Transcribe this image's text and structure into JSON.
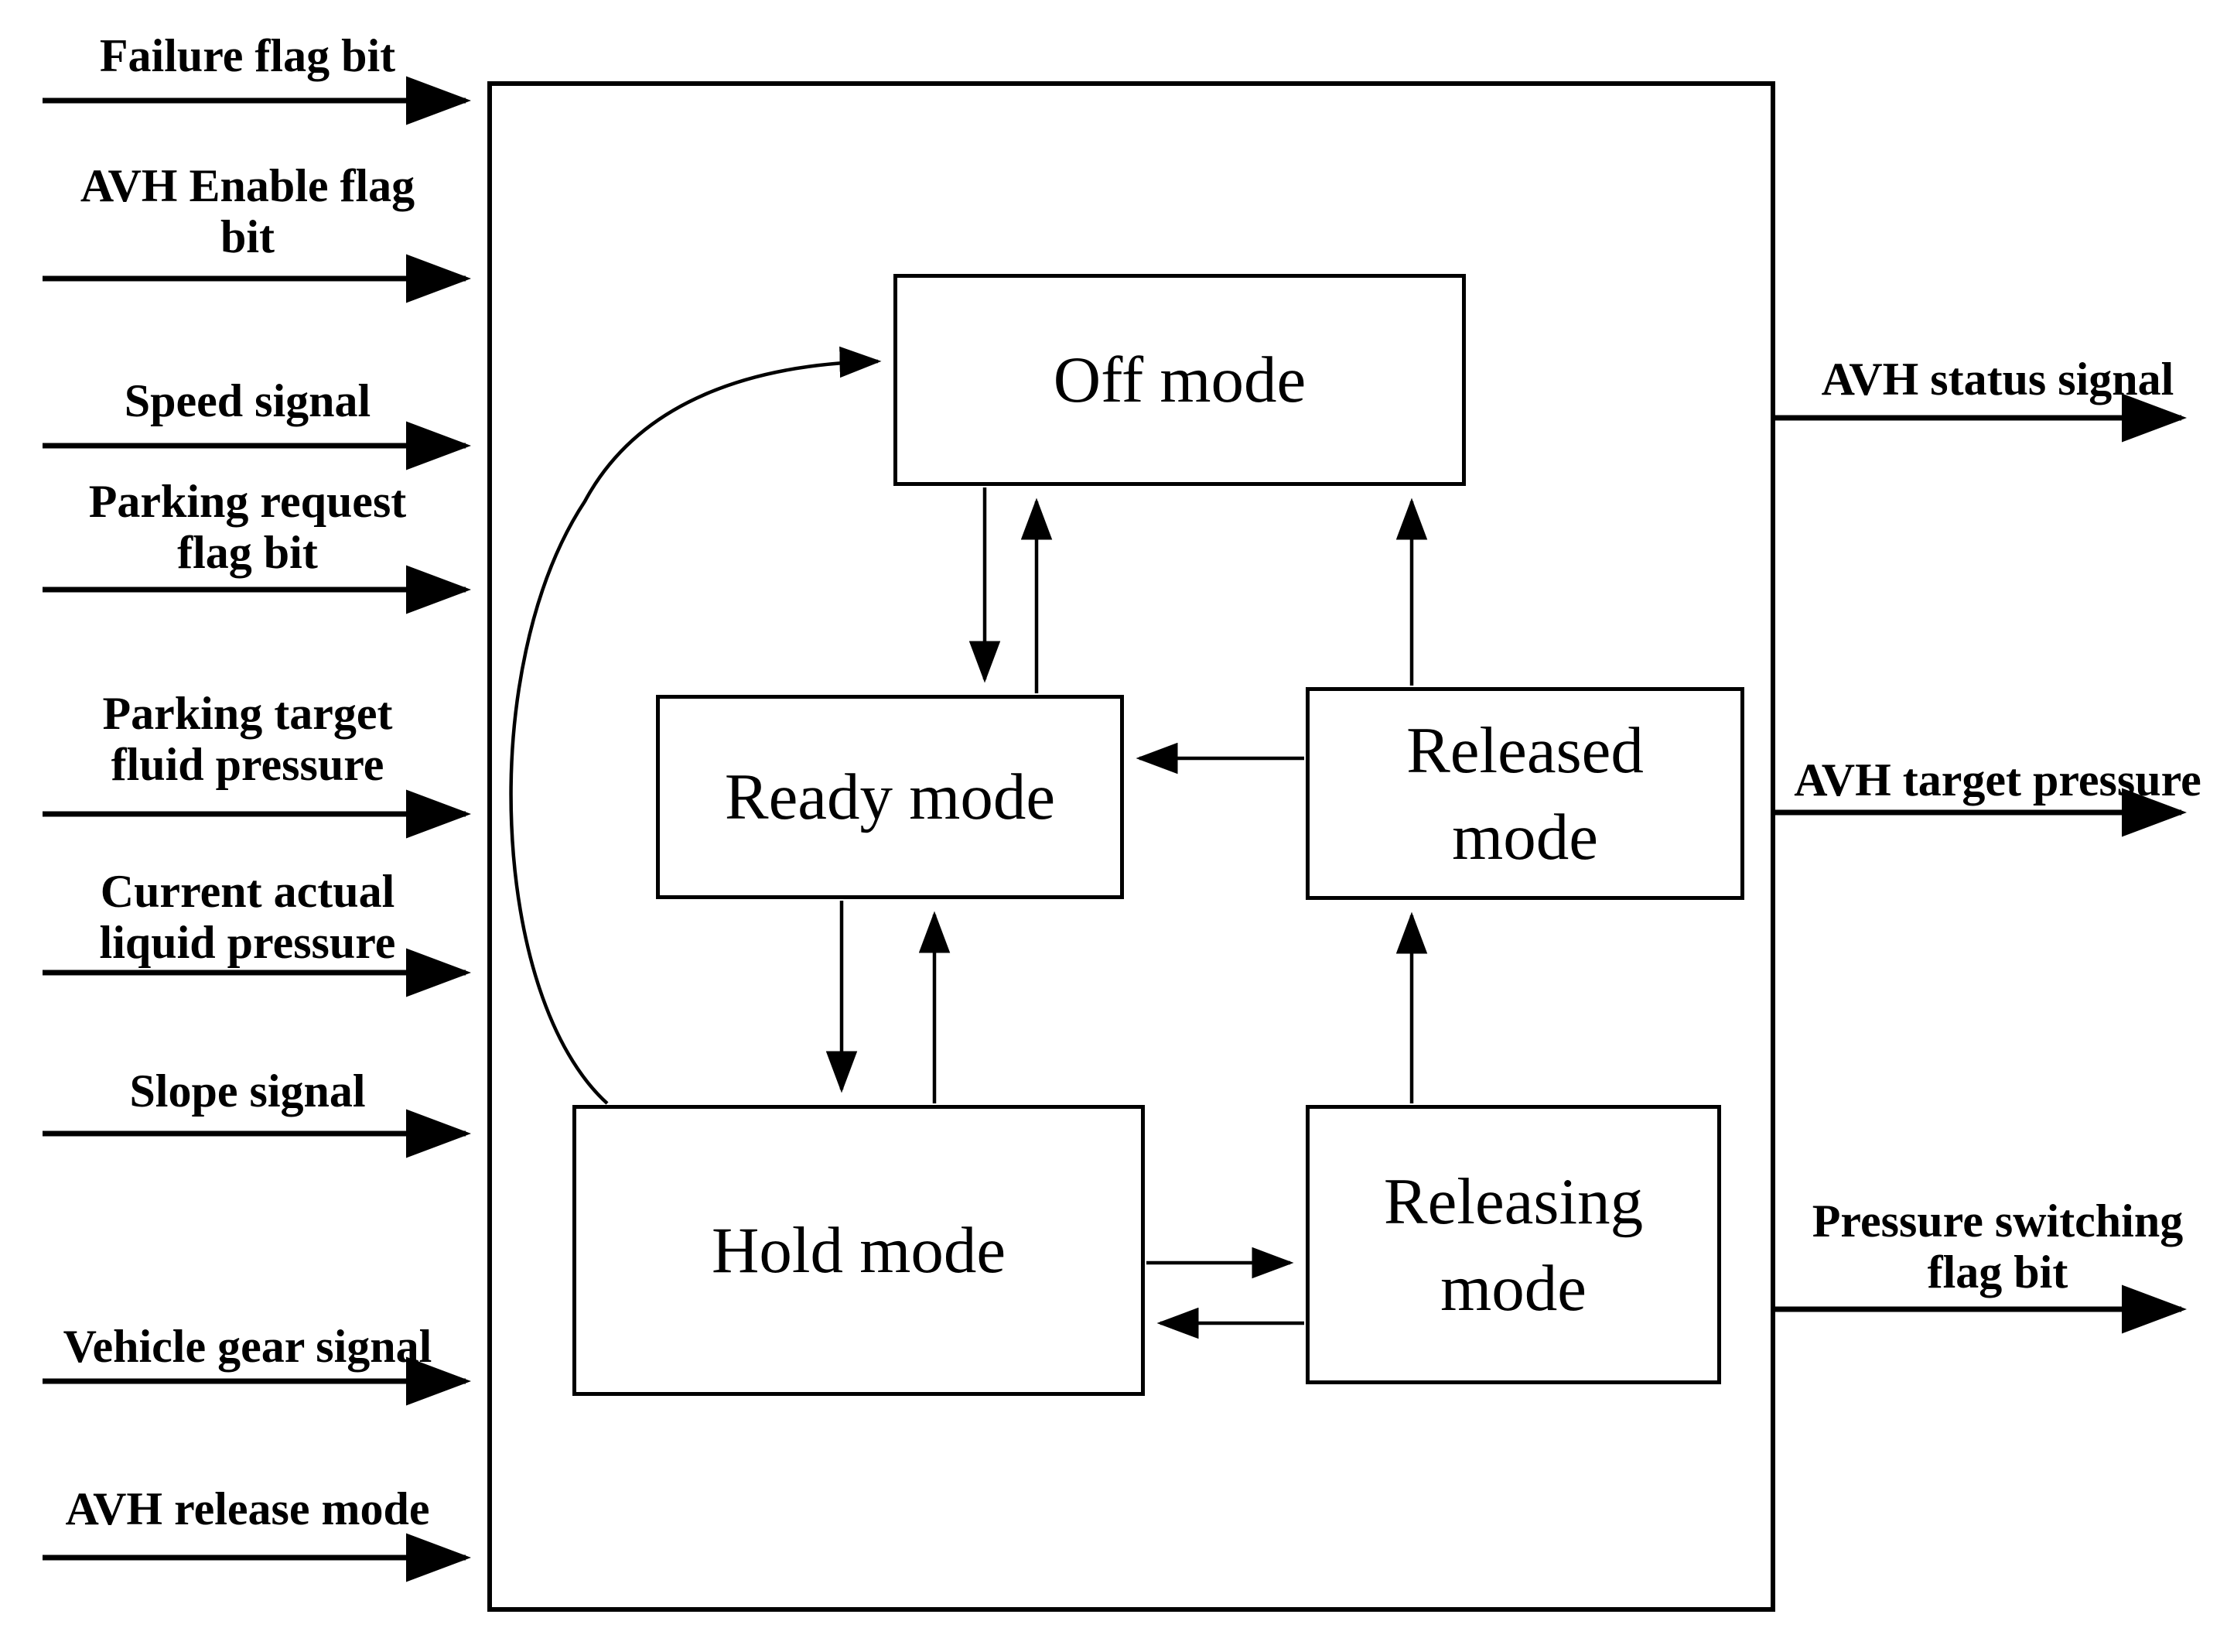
{
  "diagram": {
    "type": "state-machine-block-diagram",
    "subject": "AVH mode switching logic",
    "colors": {
      "line": "#000000",
      "background": "#ffffff",
      "text": "#000000"
    },
    "inputs": [
      {
        "name": "failure-flag-bit",
        "lines": [
          "Failure flag bit"
        ]
      },
      {
        "name": "avh-enable-flag-bit",
        "lines": [
          "AVH Enable flag",
          "bit"
        ]
      },
      {
        "name": "speed-signal",
        "lines": [
          "Speed signal"
        ]
      },
      {
        "name": "parking-request-flag-bit",
        "lines": [
          "Parking request",
          "flag bit"
        ]
      },
      {
        "name": "parking-target-fluid-pressure",
        "lines": [
          "Parking target",
          "fluid pressure"
        ]
      },
      {
        "name": "current-actual-liquid-pressure",
        "lines": [
          "Current actual",
          "liquid pressure"
        ]
      },
      {
        "name": "slope-signal",
        "lines": [
          "Slope signal"
        ]
      },
      {
        "name": "vehicle-gear-signal",
        "lines": [
          "Vehicle gear signal"
        ]
      },
      {
        "name": "avh-release-mode",
        "lines": [
          "AVH release mode"
        ]
      }
    ],
    "outputs": [
      {
        "name": "avh-status-signal",
        "lines": [
          "AVH status signal"
        ]
      },
      {
        "name": "avh-target-pressure",
        "lines": [
          "AVH target pressure"
        ]
      },
      {
        "name": "pressure-switching-flag-bit",
        "lines": [
          "Pressure switching",
          "flag bit"
        ]
      }
    ],
    "states": [
      {
        "id": "off",
        "lines": [
          "Off mode"
        ]
      },
      {
        "id": "ready",
        "lines": [
          "Ready mode"
        ]
      },
      {
        "id": "released",
        "lines": [
          "Released",
          "mode"
        ]
      },
      {
        "id": "hold",
        "lines": [
          "Hold mode"
        ]
      },
      {
        "id": "releasing",
        "lines": [
          "Releasing",
          "mode"
        ]
      }
    ],
    "transitions": [
      {
        "from": "Off mode",
        "to": "Ready mode"
      },
      {
        "from": "Ready mode",
        "to": "Off mode"
      },
      {
        "from": "Ready mode",
        "to": "Hold mode"
      },
      {
        "from": "Hold mode",
        "to": "Ready mode"
      },
      {
        "from": "Released mode",
        "to": "Off mode"
      },
      {
        "from": "Released mode",
        "to": "Ready mode"
      },
      {
        "from": "Releasing mode",
        "to": "Released mode"
      },
      {
        "from": "Hold mode",
        "to": "Releasing mode"
      },
      {
        "from": "Releasing mode",
        "to": "Hold mode"
      },
      {
        "from": "Hold mode",
        "to": "Off mode"
      }
    ]
  }
}
